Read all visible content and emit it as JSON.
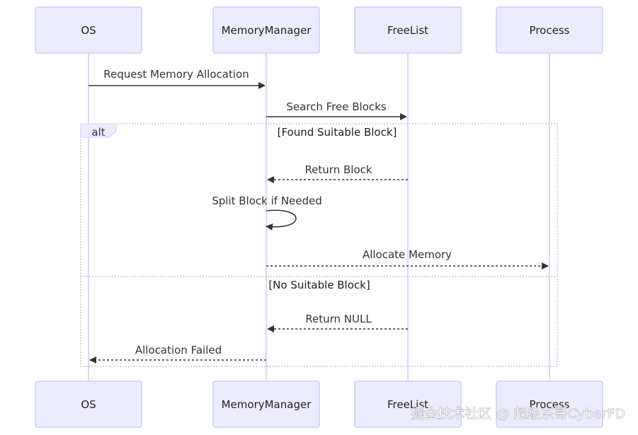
{
  "actors": [
    {
      "id": "os",
      "label": "OS"
    },
    {
      "id": "mm",
      "label": "MemoryManager"
    },
    {
      "id": "fl",
      "label": "FreeList"
    },
    {
      "id": "pr",
      "label": "Process"
    }
  ],
  "messages": [
    {
      "from": "os",
      "to": "mm",
      "text": "Request Memory Allocation",
      "style": "solid"
    },
    {
      "from": "mm",
      "to": "fl",
      "text": "Search Free Blocks",
      "style": "solid"
    },
    {
      "from": "fl",
      "to": "mm",
      "text": "Return Block",
      "style": "dashed"
    },
    {
      "from": "mm",
      "to": "mm",
      "text": "Split Block if Needed",
      "style": "solid"
    },
    {
      "from": "mm",
      "to": "pr",
      "text": "Allocate Memory",
      "style": "dashed"
    },
    {
      "from": "fl",
      "to": "mm",
      "text": "Return NULL",
      "style": "dashed"
    },
    {
      "from": "mm",
      "to": "os",
      "text": "Allocation Failed",
      "style": "dashed"
    }
  ],
  "alt_block": {
    "label": "alt",
    "conditions": [
      "[Found Suitable Block]",
      "[No Suitable Block]"
    ]
  },
  "watermark": "掘金技术社区 @ 超级东哥CyberFD",
  "colors": {
    "actor_fill": "#ECECFF",
    "actor_stroke": "#CCCCFF",
    "line": "#333333"
  }
}
